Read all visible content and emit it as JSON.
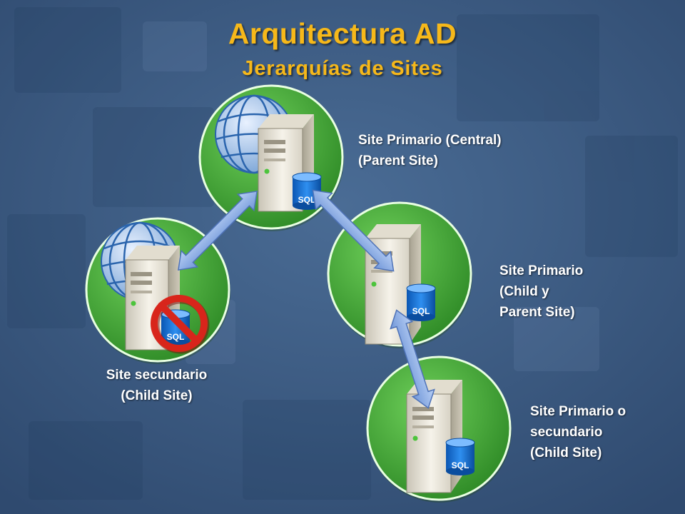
{
  "title": "Arquitectura AD",
  "subtitle": "Jerarquías de Sites",
  "colors": {
    "background": "#3f5e86",
    "title": "#f6b81a",
    "site_circle": "#4cae3a",
    "arrow": "#8fb2ea",
    "prohibited": "#d8251b"
  },
  "sites": [
    {
      "id": "central",
      "lines": [
        "Site Primario (Central)",
        "(Parent Site)"
      ],
      "db_label": "SQL",
      "has_globe": true,
      "db_disabled": false
    },
    {
      "id": "primary-child-parent",
      "lines": [
        "Site Primario",
        "(Child y",
        "Parent Site)"
      ],
      "db_label": "SQL",
      "has_globe": false,
      "db_disabled": false
    },
    {
      "id": "secondary",
      "lines": [
        "Site secundario",
        "(Child Site)"
      ],
      "db_label": "SQL",
      "has_globe": true,
      "db_disabled": true
    },
    {
      "id": "primary-or-secondary-child",
      "lines": [
        "Site Primario o",
        "secundario",
        "(Child Site)"
      ],
      "db_label": "SQL",
      "has_globe": false,
      "db_disabled": false
    }
  ],
  "connections": [
    {
      "from": "central",
      "to": "secondary"
    },
    {
      "from": "central",
      "to": "primary-child-parent"
    },
    {
      "from": "primary-child-parent",
      "to": "primary-or-secondary-child"
    }
  ],
  "icons": [
    "globe-icon",
    "server-icon",
    "database-icon",
    "prohibited-icon",
    "double-arrow-icon"
  ]
}
